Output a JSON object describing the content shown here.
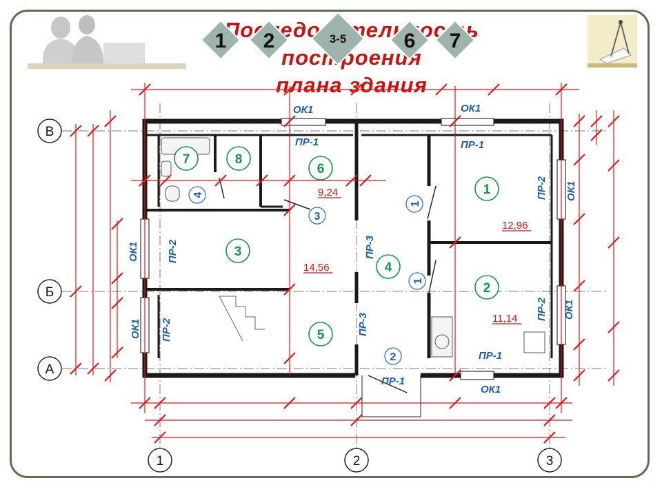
{
  "title": {
    "line1": "Последовательность",
    "line2": "построения",
    "line3": "плана здания"
  },
  "nav_steps": [
    "1",
    "2",
    "3-5",
    "6",
    "7"
  ],
  "axes": {
    "rows": [
      "В",
      "Б",
      "А"
    ],
    "columns": [
      "1",
      "2",
      "3"
    ]
  },
  "room_numbers": [
    "7",
    "8",
    "6",
    "1",
    "3",
    "4",
    "2",
    "5"
  ],
  "room_areas": [
    "9,24",
    "12,96",
    "14,56",
    "11,14"
  ],
  "door_numbers": [
    "4",
    "3",
    "1",
    "1",
    "2"
  ],
  "labels": {
    "ok1": "ОК1",
    "pr1": "ПР-1",
    "pr2": "ПР-2",
    "pr3": "ПР-3"
  },
  "colors": {
    "frame": "#5a6e51",
    "title": "#cc1111",
    "dimension": "#ee1111",
    "label_blue": "#1a5fb4",
    "room_green": "#119944",
    "nav_button": "#9fb3ad"
  },
  "icons": [
    "people-silhouette-logo",
    "drafting-compass-icon"
  ]
}
